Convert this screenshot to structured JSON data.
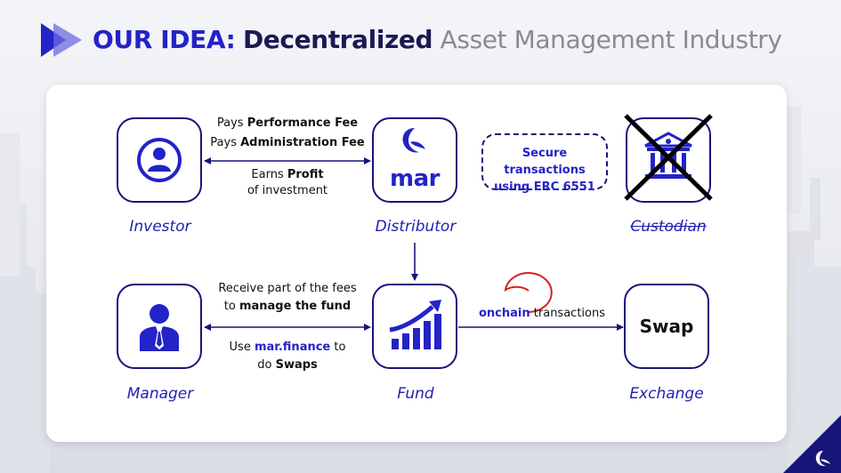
{
  "title": {
    "part1": "OUR IDEA:",
    "part2": "Decentralized",
    "part3": "Asset Management Industry"
  },
  "nodes": {
    "investor": "Investor",
    "distributor": "Distributor",
    "custodian": "Custodian",
    "manager": "Manager",
    "fund": "Fund",
    "exchange": "Exchange",
    "distributor_logo_text": "mar",
    "swap_box_text": "Swap"
  },
  "edges": {
    "investor_distributor": {
      "line1_prefix": "Pays",
      "line1_bold": "Performance Fee",
      "line2_prefix": "Pays",
      "line2_bold": "Administration Fee",
      "line3_prefix": "Earns",
      "line3_bold": "Profit",
      "line4": "of investment"
    },
    "manager_fund": {
      "line1": "Receive part of the fees",
      "line2_prefix": "to",
      "line2_bold": "manage the fund",
      "line3_prefix": "Use",
      "line3_bold": "mar.finance",
      "line3_suffix": "to",
      "line4_prefix": "do",
      "line4_bold": "Swaps"
    },
    "fund_exchange": {
      "highlight": "onchain",
      "rest": "transactions"
    }
  },
  "secure_note": {
    "line1": "Secure transactions",
    "line2": "using ERC 6551"
  },
  "colors": {
    "accent": "#2323c8",
    "dark": "#15157a",
    "cross": "#000000",
    "circle": "#d42020"
  }
}
